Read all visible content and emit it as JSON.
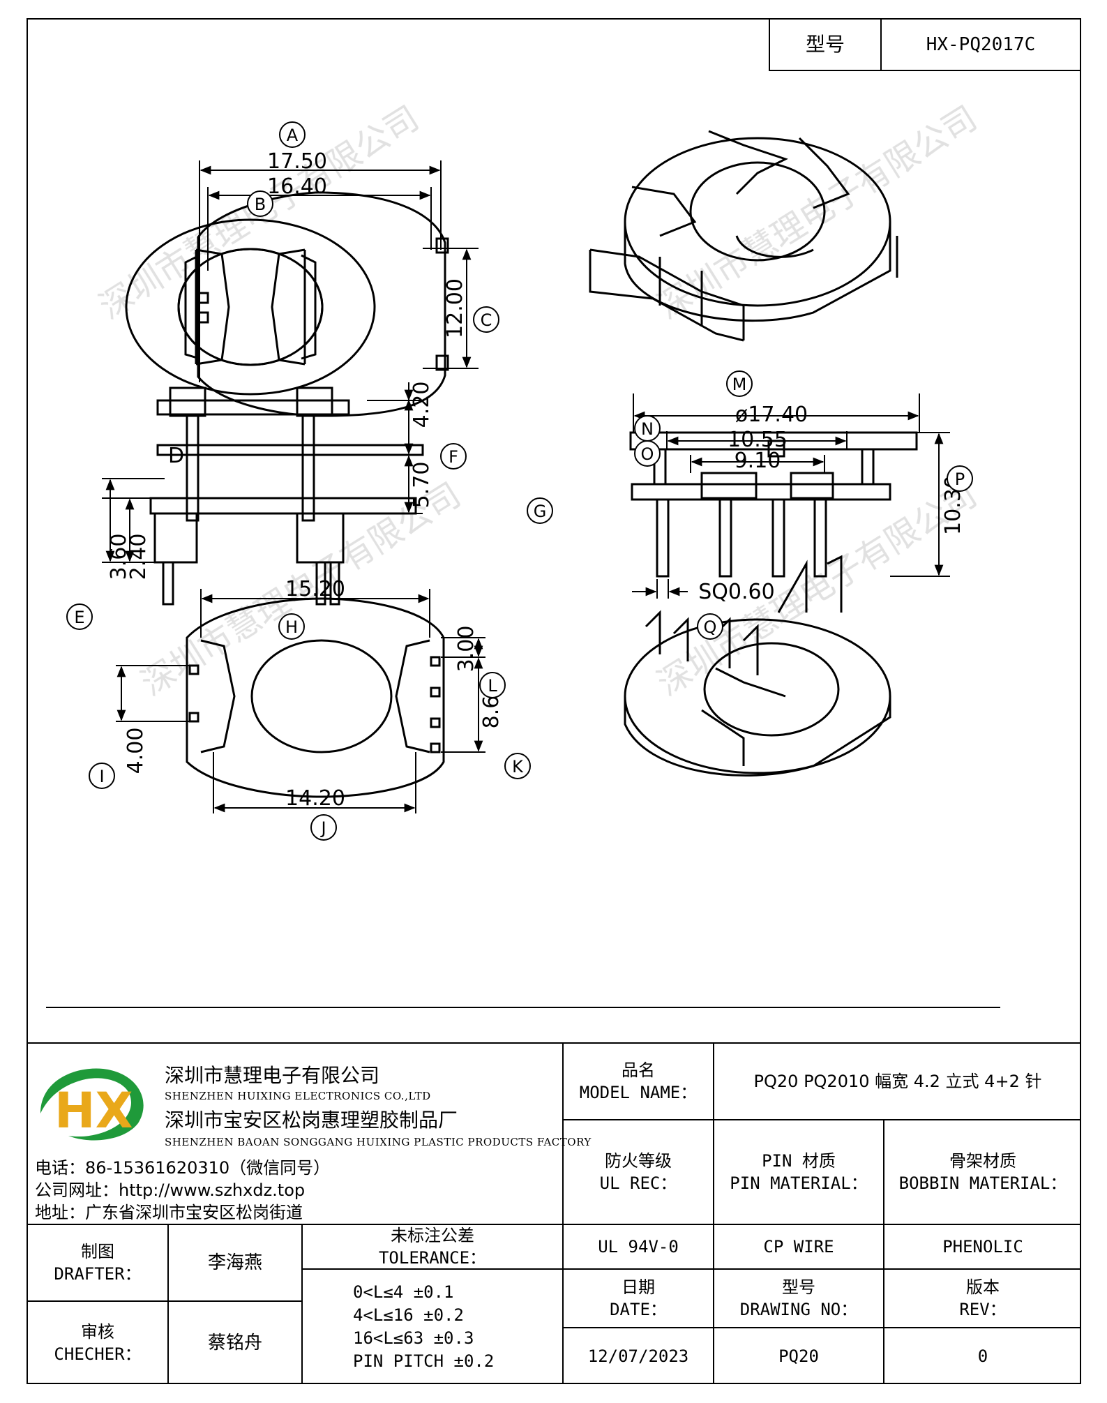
{
  "header": {
    "model_label": "型号",
    "model_value": "HX-PQ2017C"
  },
  "drawing": {
    "dims": {
      "A": "17.50",
      "B": "16.40",
      "C": "12.00",
      "F": "4.20",
      "G": "5.70",
      "D": "D",
      "E_outer": "3.60",
      "E_inner": "2.40",
      "M": "ø17.40",
      "N": "10.55",
      "O": "9.10",
      "P": "10.30",
      "Q": "SQ0.60",
      "H": "15.20",
      "J": "14.20",
      "L": "3.00",
      "K": "8.60",
      "I": "4.00"
    },
    "markers": [
      "A",
      "B",
      "C",
      "F",
      "G",
      "E",
      "M",
      "N",
      "O",
      "P",
      "Q",
      "H",
      "L",
      "K",
      "I",
      "J"
    ],
    "watermark": "深圳市慧理电子有限公司"
  },
  "company": {
    "logo_text": "HX",
    "name_cn": "深圳市慧理电子有限公司",
    "name_en": "SHENZHEN HUIXING ELECTRONICS CO.,LTD",
    "factory_cn": "深圳市宝安区松岗惠理塑胶制品厂",
    "factory_en": "SHENZHEN BAOAN SONGGANG HUIXING PLASTIC PRODUCTS FACTORY",
    "phone": "电话：86-15361620310（微信同号）",
    "website": "公司网址：http://www.szhxdz.top",
    "address": "地址：广东省深圳市宝安区松岗街道"
  },
  "titleblock": {
    "model_name_cn": "品名",
    "model_name_en": "MODEL NAME：",
    "model_name_value": "PQ20 PQ2010 幅宽 4.2 立式 4+2 针",
    "ul_cn": "防火等级",
    "ul_en": "UL REC：",
    "pin_cn": "PIN 材质",
    "pin_en": "PIN MATERIAL：",
    "bobbin_cn": "骨架材质",
    "bobbin_en": "BOBBIN MATERIAL：",
    "ul_value": "UL 94V-0",
    "pin_value": "CP WIRE",
    "bobbin_value": "PHENOLIC",
    "drafter_cn": "制图",
    "drafter_en": "DRAFTER：",
    "drafter_name": "李海燕",
    "checker_cn": "审核",
    "checker_en": "CHECHER：",
    "checker_name": "蔡铭舟",
    "tol_cn": "未标注公差",
    "tol_en": "TOLERANCE：",
    "tol_lines": [
      "0<L≤4   ±0.1",
      "4<L≤16  ±0.2",
      "16<L≤63 ±0.3",
      "PIN PITCH ±0.2"
    ],
    "date_cn": "日期",
    "date_en": "DATE：",
    "date_value": "12/07/2023",
    "drawing_cn": "型号",
    "drawing_en": "DRAWING NO：",
    "drawing_value": "PQ20",
    "rev_cn": "版本",
    "rev_en": "REV：",
    "rev_value": "0"
  }
}
